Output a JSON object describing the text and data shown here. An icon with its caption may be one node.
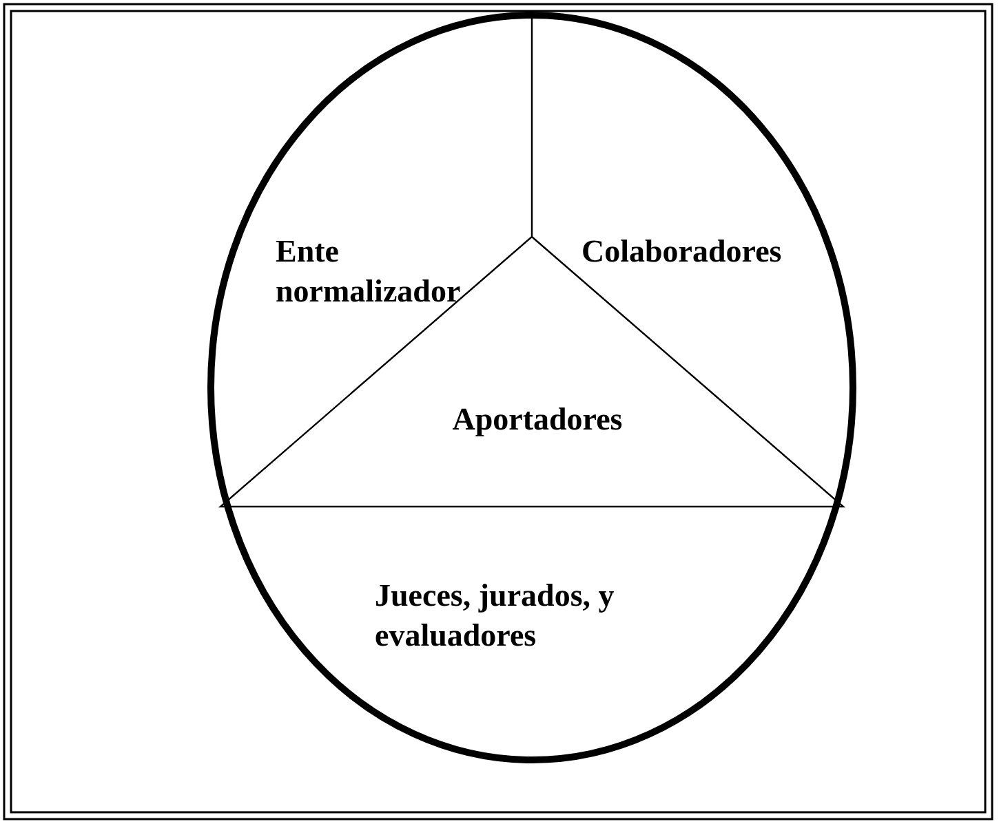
{
  "diagram": {
    "nodes": [
      {
        "text": [],
        "shape": "circle"
      },
      {
        "text": [
          "Ente normalizador"
        ],
        "in": 0
      },
      {
        "text": [
          "Colaboradores"
        ],
        "in": 0
      },
      {
        "text": [
          "Aportadores"
        ],
        "in": 0
      },
      {
        "text": [
          "Jueces, jurados, y evaluadores"
        ],
        "in": 0
      }
    ]
  }
}
